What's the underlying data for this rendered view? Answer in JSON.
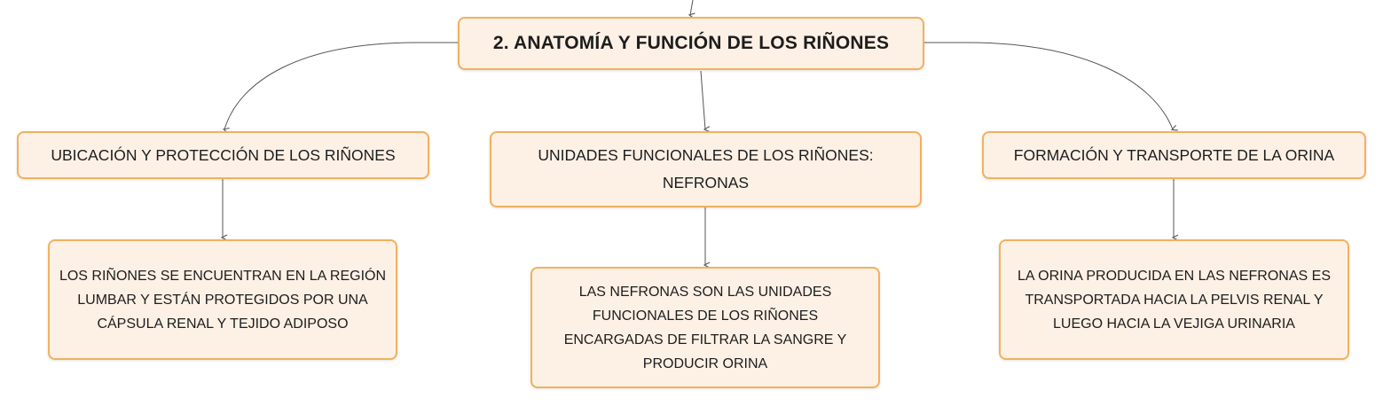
{
  "root": {
    "title": "2. ANATOMÍA Y FUNCIÓN DE LOS RIÑONES"
  },
  "topics": [
    {
      "title": "UBICACIÓN Y PROTECCIÓN DE LOS RIÑONES",
      "detail": "LOS RIÑONES SE ENCUENTRAN EN LA REGIÓN LUMBAR Y ESTÁN PROTEGIDOS POR UNA CÁPSULA RENAL Y TEJIDO ADIPOSO"
    },
    {
      "title": "UNIDADES FUNCIONALES DE LOS RIÑONES: NEFRONAS",
      "detail": "LAS NEFRONAS SON LAS UNIDADES FUNCIONALES DE LOS RIÑONES ENCARGADAS DE FILTRAR LA SANGRE Y PRODUCIR ORINA"
    },
    {
      "title": "FORMACIÓN Y TRANSPORTE DE LA ORINA",
      "detail": "LA ORINA PRODUCIDA EN LAS NEFRONAS ES TRANSPORTADA HACIA LA PELVIS RENAL Y LUEGO HACIA LA VEJIGA URINARIA"
    }
  ],
  "colors": {
    "node_fill": "#fdf1e6",
    "node_border": "#f2b15d",
    "connector": "#555555",
    "text": "#1d1d1d"
  }
}
